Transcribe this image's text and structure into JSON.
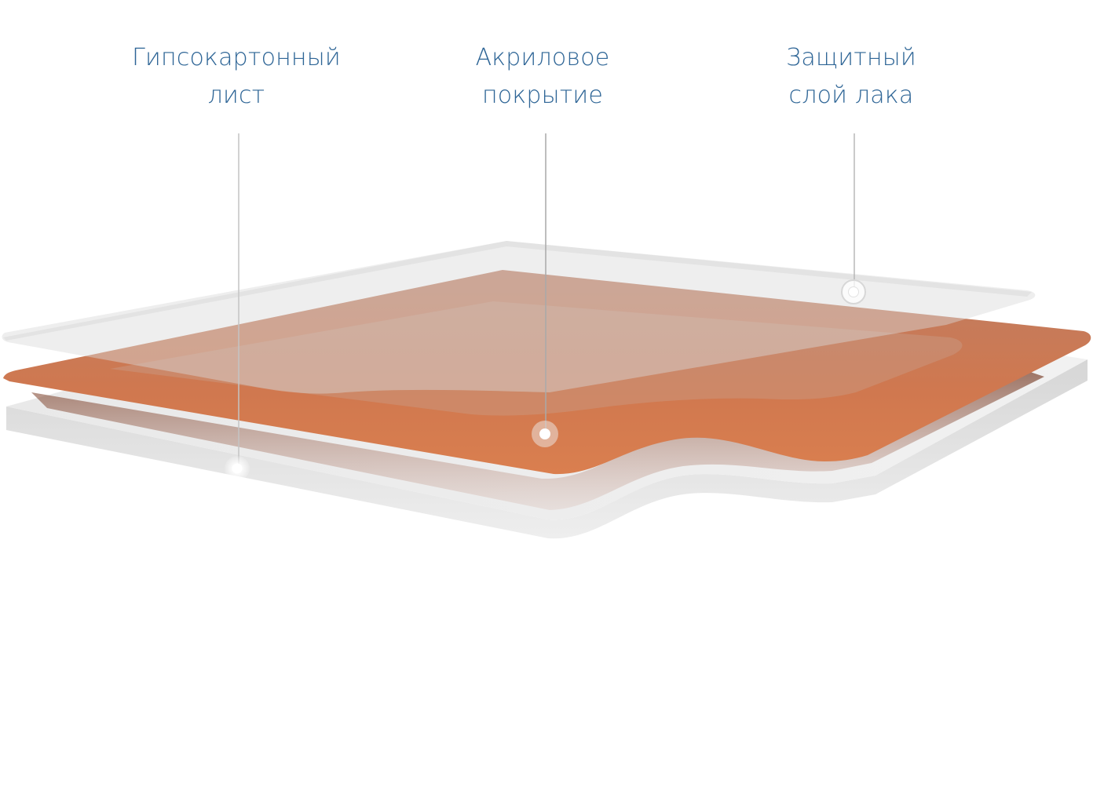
{
  "layers": [
    {
      "id": "gypsum",
      "line1": "Гипсокартонный",
      "line2": "лист"
    },
    {
      "id": "acrylic",
      "line1": "Акриловое",
      "line2": "покрытие"
    },
    {
      "id": "lacquer",
      "line1": "Защитный",
      "line2": "слой лака"
    }
  ],
  "colors": {
    "label_text": "#2e6596",
    "gypsum": "#e4e4e4",
    "acrylic": "#d97a4e",
    "lacquer": "#e6e6e6",
    "leader_line": "#c8c8c8"
  }
}
